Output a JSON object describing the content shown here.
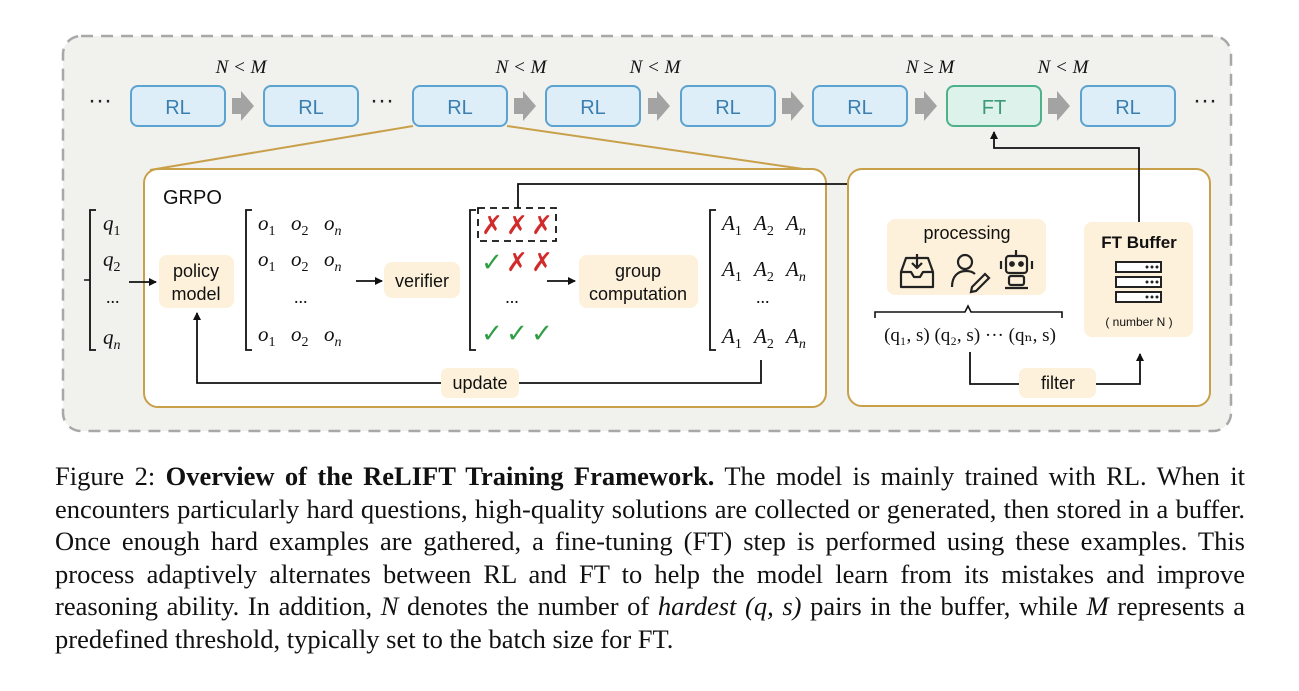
{
  "pipeline": {
    "ellipsis": "···",
    "conditions": [
      "N < M",
      "N < M",
      "N < M",
      "N ≥ M",
      "N < M"
    ],
    "stages": [
      "RL",
      "RL",
      "RL",
      "RL",
      "RL",
      "RL",
      "FT",
      "RL"
    ]
  },
  "grpo": {
    "title": "GRPO",
    "questions": [
      "q",
      "q",
      "...",
      "q"
    ],
    "question_subs": [
      "1",
      "2",
      "n"
    ],
    "policy_model": [
      "policy",
      "model"
    ],
    "outputs": {
      "row": [
        "o",
        "o",
        "o"
      ],
      "subs": [
        "1",
        "2",
        "n"
      ],
      "ellipsis": "..."
    },
    "verifier": "verifier",
    "verifier_rows": [
      [
        "✗",
        "✗",
        "✗"
      ],
      [
        "✓",
        "✗",
        "✗"
      ],
      [
        "✓",
        "✓",
        "✓"
      ]
    ],
    "verifier_ellipsis": "...",
    "group_computation": [
      "group",
      "computation"
    ],
    "advantages": {
      "row": [
        "A",
        "A",
        "A"
      ],
      "subs": [
        "1",
        "2",
        "n"
      ],
      "ellipsis": "..."
    },
    "update": "update"
  },
  "buffer_panel": {
    "processing": "processing",
    "pairs": "(q₁, s) (q₂, s) ··· (qₙ, s)",
    "ft_buffer": "FT Buffer",
    "number": "( number N )",
    "filter": "filter"
  },
  "caption": {
    "label": "Figure 2: ",
    "title": "Overview of the ReLIFT Training Framework.",
    "p1": " The model is mainly trained with RL. When it encounters particularly hard questions, high-quality solutions are collected or generated, then stored in a buffer. Once enough hard examples are gathered, a fine-tuning (FT) step is performed using these examples. This process adaptively alternates between RL and FT to help the model learn from its mistakes and improve reasoning ability. In addition, ",
    "n_symbol": "N",
    "p2": " denotes the number of ",
    "hardest": "hardest",
    "pair": "(q, s)",
    "p3": " pairs in the buffer, while ",
    "m_symbol": "M",
    "p4": " represents a predefined threshold, typically set to the batch size for FT."
  },
  "colors": {
    "rl_fill": "#ddeef8",
    "rl_stroke": "#5ba3d0",
    "ft_fill": "#dcf2ea",
    "ft_stroke": "#4fb08c",
    "panel_stroke": "#c9a04a",
    "chip_fill": "#fdf1db",
    "outer_fill": "#f1f1ee",
    "cross": "#d22b2b",
    "check": "#2f9e44"
  }
}
